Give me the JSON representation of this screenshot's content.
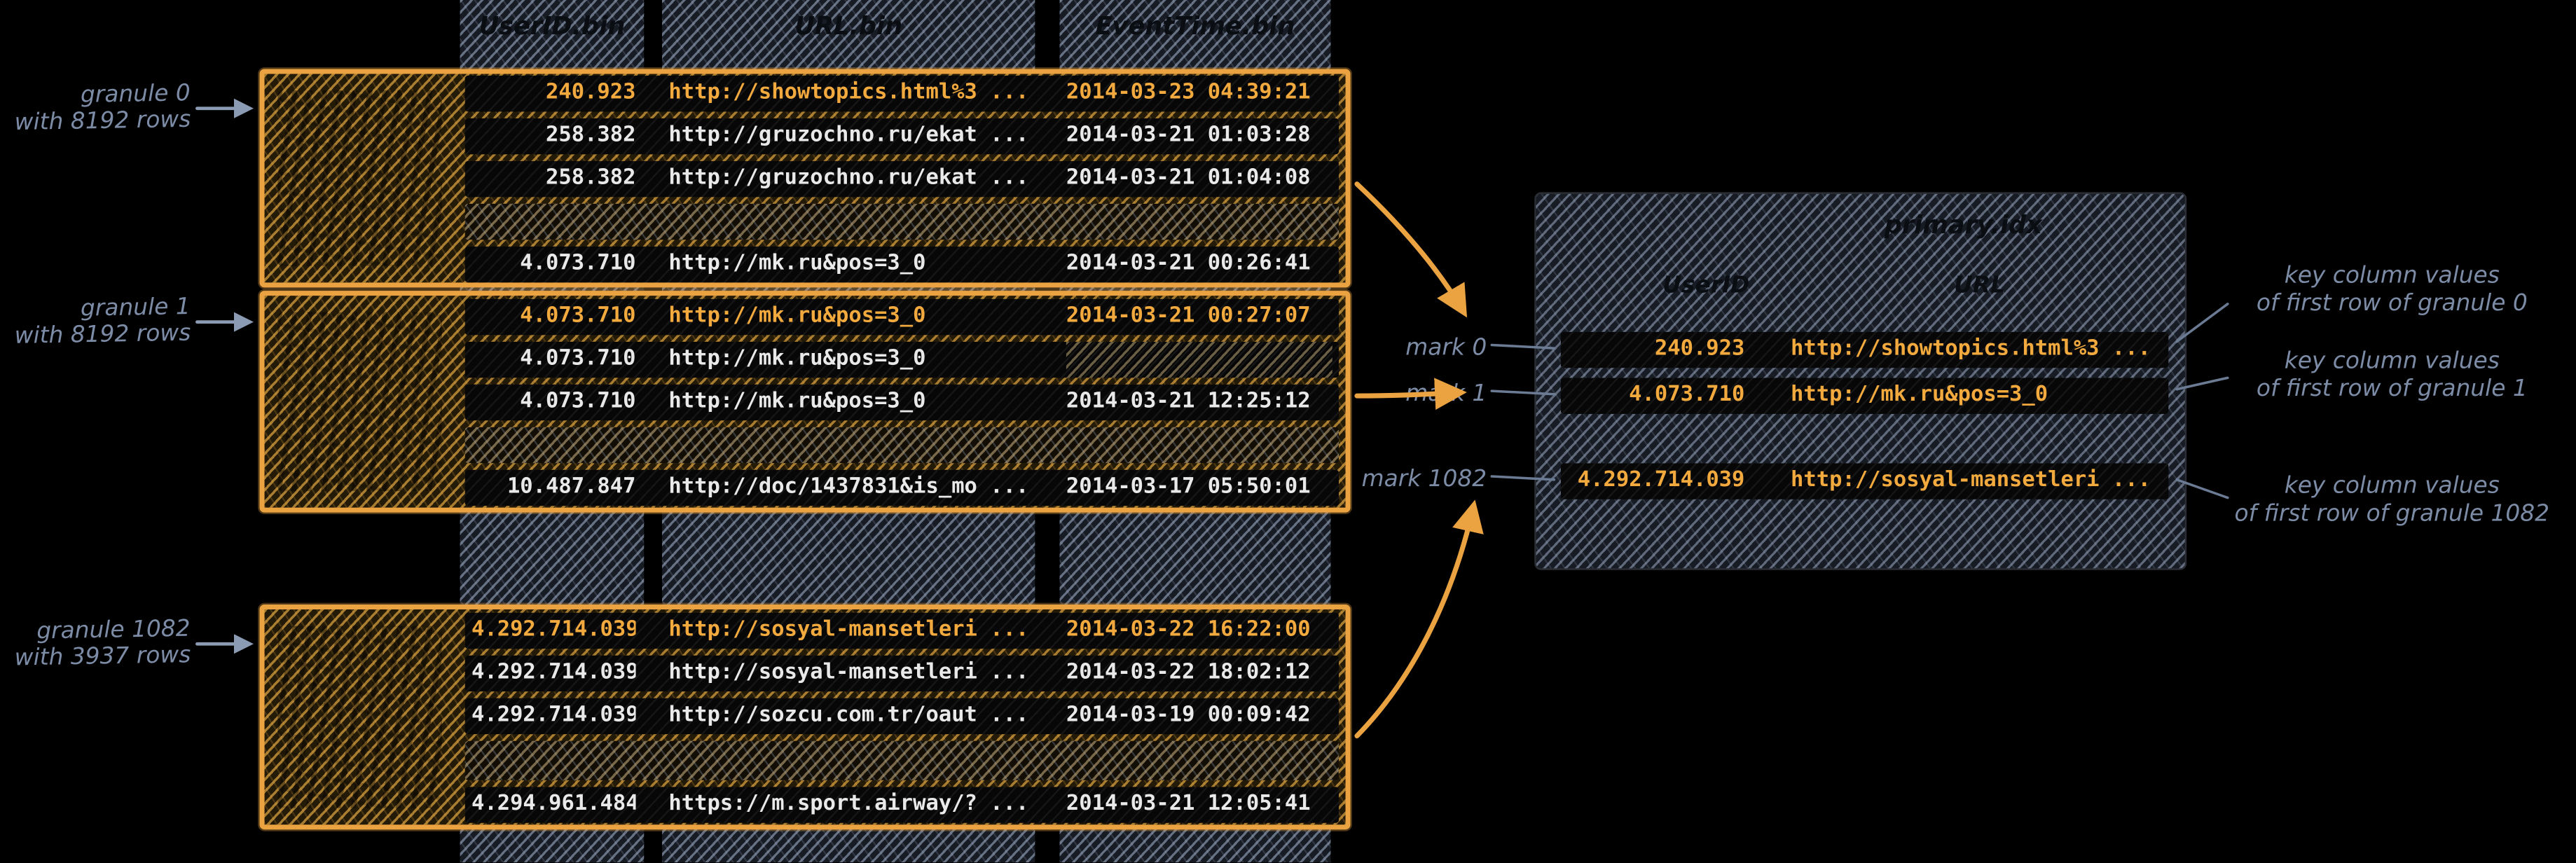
{
  "palette": {
    "orange": "#eba341",
    "gray_blue": "#8b9bb4",
    "row_text": "#e9e9e9",
    "highlight_text": "#f2a93e"
  },
  "columns": {
    "headers": [
      "UserID.bin",
      "URL.bin",
      "EventTime.bin"
    ]
  },
  "granules": [
    {
      "label_line1": "granule 0",
      "label_line2": "with 8192 rows",
      "rows": [
        {
          "user_id": "240.923",
          "url": "http://showtopics.html%3 ...",
          "event_time": "2014-03-23 04:39:21"
        },
        {
          "user_id": "258.382",
          "url": "http://gruzochno.ru/ekat ...",
          "event_time": "2014-03-21 01:03:28"
        },
        {
          "user_id": "258.382",
          "url": "http://gruzochno.ru/ekat ...",
          "event_time": "2014-03-21 01:04:08"
        },
        {
          "user_id": "4.073.710",
          "url": "http://mk.ru&pos=3_0",
          "event_time": "2014-03-21 00:26:41"
        }
      ]
    },
    {
      "label_line1": "granule 1",
      "label_line2": "with 8192 rows",
      "rows": [
        {
          "user_id": "4.073.710",
          "url": "http://mk.ru&pos=3_0",
          "event_time": "2014-03-21 00:27:07"
        },
        {
          "user_id": "4.073.710",
          "url": "http://mk.ru&pos=3_0",
          "event_time": ""
        },
        {
          "user_id": "4.073.710",
          "url": "http://mk.ru&pos=3_0",
          "event_time": "2014-03-21 12:25:12"
        },
        {
          "user_id": "10.487.847",
          "url": "http://doc/1437831&is_mo ...",
          "event_time": "2014-03-17 05:50:01"
        }
      ]
    },
    {
      "label_line1": "granule 1082",
      "label_line2": "with 3937 rows",
      "rows": [
        {
          "user_id": "4.292.714.039",
          "url": "http://sosyal-mansetleri ...",
          "event_time": "2014-03-22 16:22:00"
        },
        {
          "user_id": "4.292.714.039",
          "url": "http://sosyal-mansetleri ...",
          "event_time": "2014-03-22 18:02:12"
        },
        {
          "user_id": "4.292.714.039",
          "url": "http://sozcu.com.tr/oaut ...",
          "event_time": "2014-03-19 00:09:42"
        },
        {
          "user_id": "4.294.961.484",
          "url": "https://m.sport.airway/? ...",
          "event_time": "2014-03-21 12:05:41"
        }
      ]
    }
  ],
  "index": {
    "title": "primary.idx",
    "headers": [
      "UserID",
      "URL"
    ],
    "marks": [
      {
        "label": "mark 0",
        "user_id": "240.923",
        "url": "http://showtopics.html%3 ..."
      },
      {
        "label": "mark 1",
        "user_id": "4.073.710",
        "url": "http://mk.ru&pos=3_0"
      },
      {
        "label": "mark 1082",
        "user_id": "4.292.714.039",
        "url": "http://sosyal-mansetleri ..."
      }
    ]
  },
  "annotations": [
    {
      "line1": "key column values",
      "line2": "of first row of granule 0"
    },
    {
      "line1": "key column values",
      "line2": "of first row of granule 1"
    },
    {
      "line1": "key column values",
      "line2": "of first row of granule 1082"
    }
  ]
}
